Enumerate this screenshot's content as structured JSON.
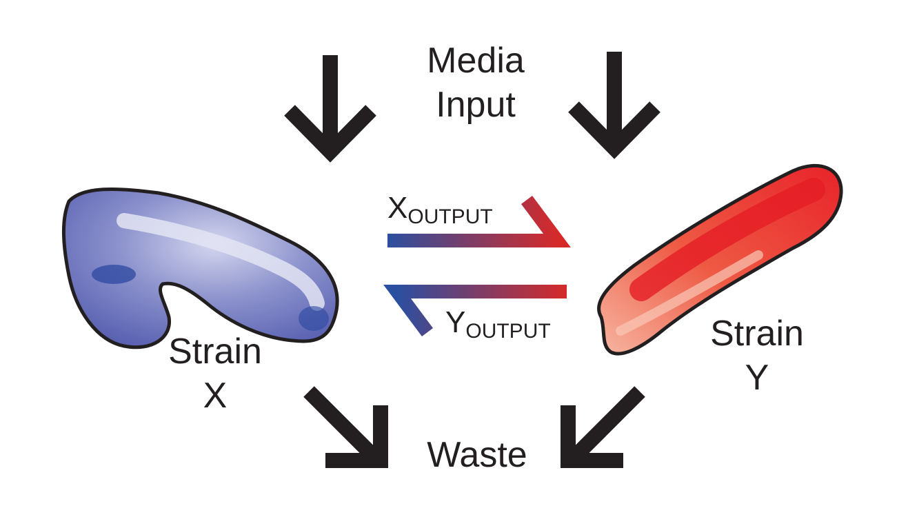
{
  "labels": {
    "media_line1": "Media",
    "media_line2": "Input",
    "waste": "Waste",
    "strain_x_line1": "Strain",
    "strain_x_line2": "X",
    "strain_y_line1": "Strain",
    "strain_y_line2": "Y",
    "x_output_main": "X",
    "x_output_sub": "OUTPUT",
    "y_output_main": "Y",
    "y_output_sub": "OUTPUT"
  },
  "colors": {
    "arrow": "#231f20",
    "blue": "#2b4fa0",
    "red": "#d52a2a",
    "strain_x_fill": "#7d83c4",
    "strain_y_fill": "#ef6a55"
  }
}
